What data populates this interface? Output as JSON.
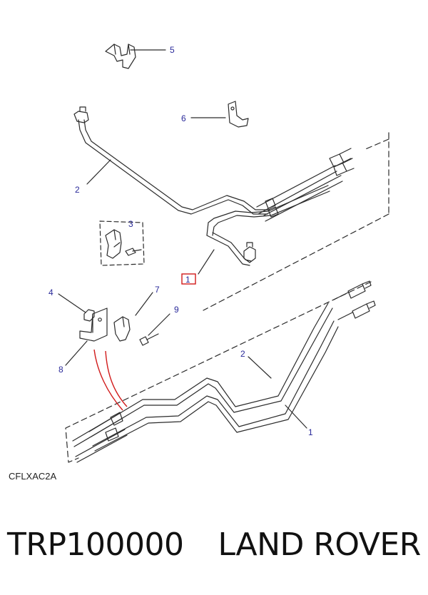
{
  "callouts": {
    "c1_top": "1",
    "c2_top": "2",
    "c3": "3",
    "c4": "4",
    "c5": "5",
    "c6": "6",
    "c7": "7",
    "c8": "8",
    "c9": "9",
    "c2_bottom": "2",
    "c1_bottom": "1"
  },
  "colors": {
    "line": "#2b2b2b",
    "callout_text": "#2a2a9a",
    "highlight_box": "#d11a1a",
    "red_lines": "#d11a1a"
  },
  "drawing_code": "CFLXAC2A",
  "footer": {
    "part_number": "TRP100000",
    "brand": "LAND ROVER"
  }
}
